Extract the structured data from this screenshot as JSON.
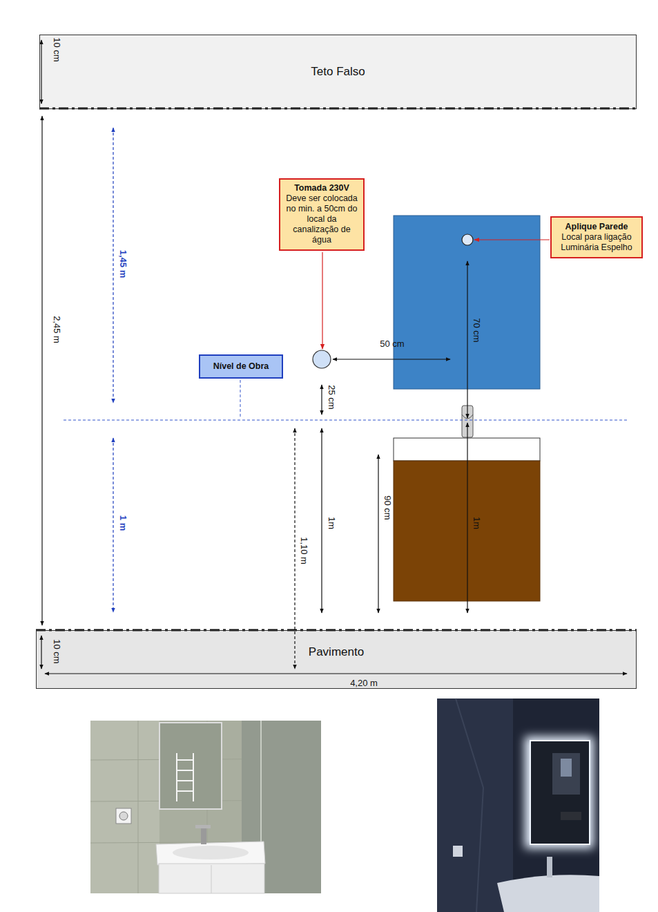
{
  "diagram": {
    "nodes": [
      {
        "text": [
          "Teto Falso"
        ]
      },
      {
        "text": [
          "Tomada 230V",
          "Deve ser colocada no min. a 50cm do local da canalização de água"
        ]
      },
      {
        "text": [
          "Aplique Parede",
          "Local para ligação Luminária Espelho"
        ]
      },
      {
        "text": [
          "Nível de Obra"
        ]
      },
      {
        "text": [
          "Pavimento"
        ]
      }
    ],
    "labels": [
      "10 cm",
      "1,45 m",
      "2,45 m",
      "70 cm",
      "50 cm",
      "25 cm",
      "1 m",
      "1,10 m",
      "1m",
      "90 cm",
      "1m",
      "10 cm",
      "4,20 m"
    ]
  }
}
